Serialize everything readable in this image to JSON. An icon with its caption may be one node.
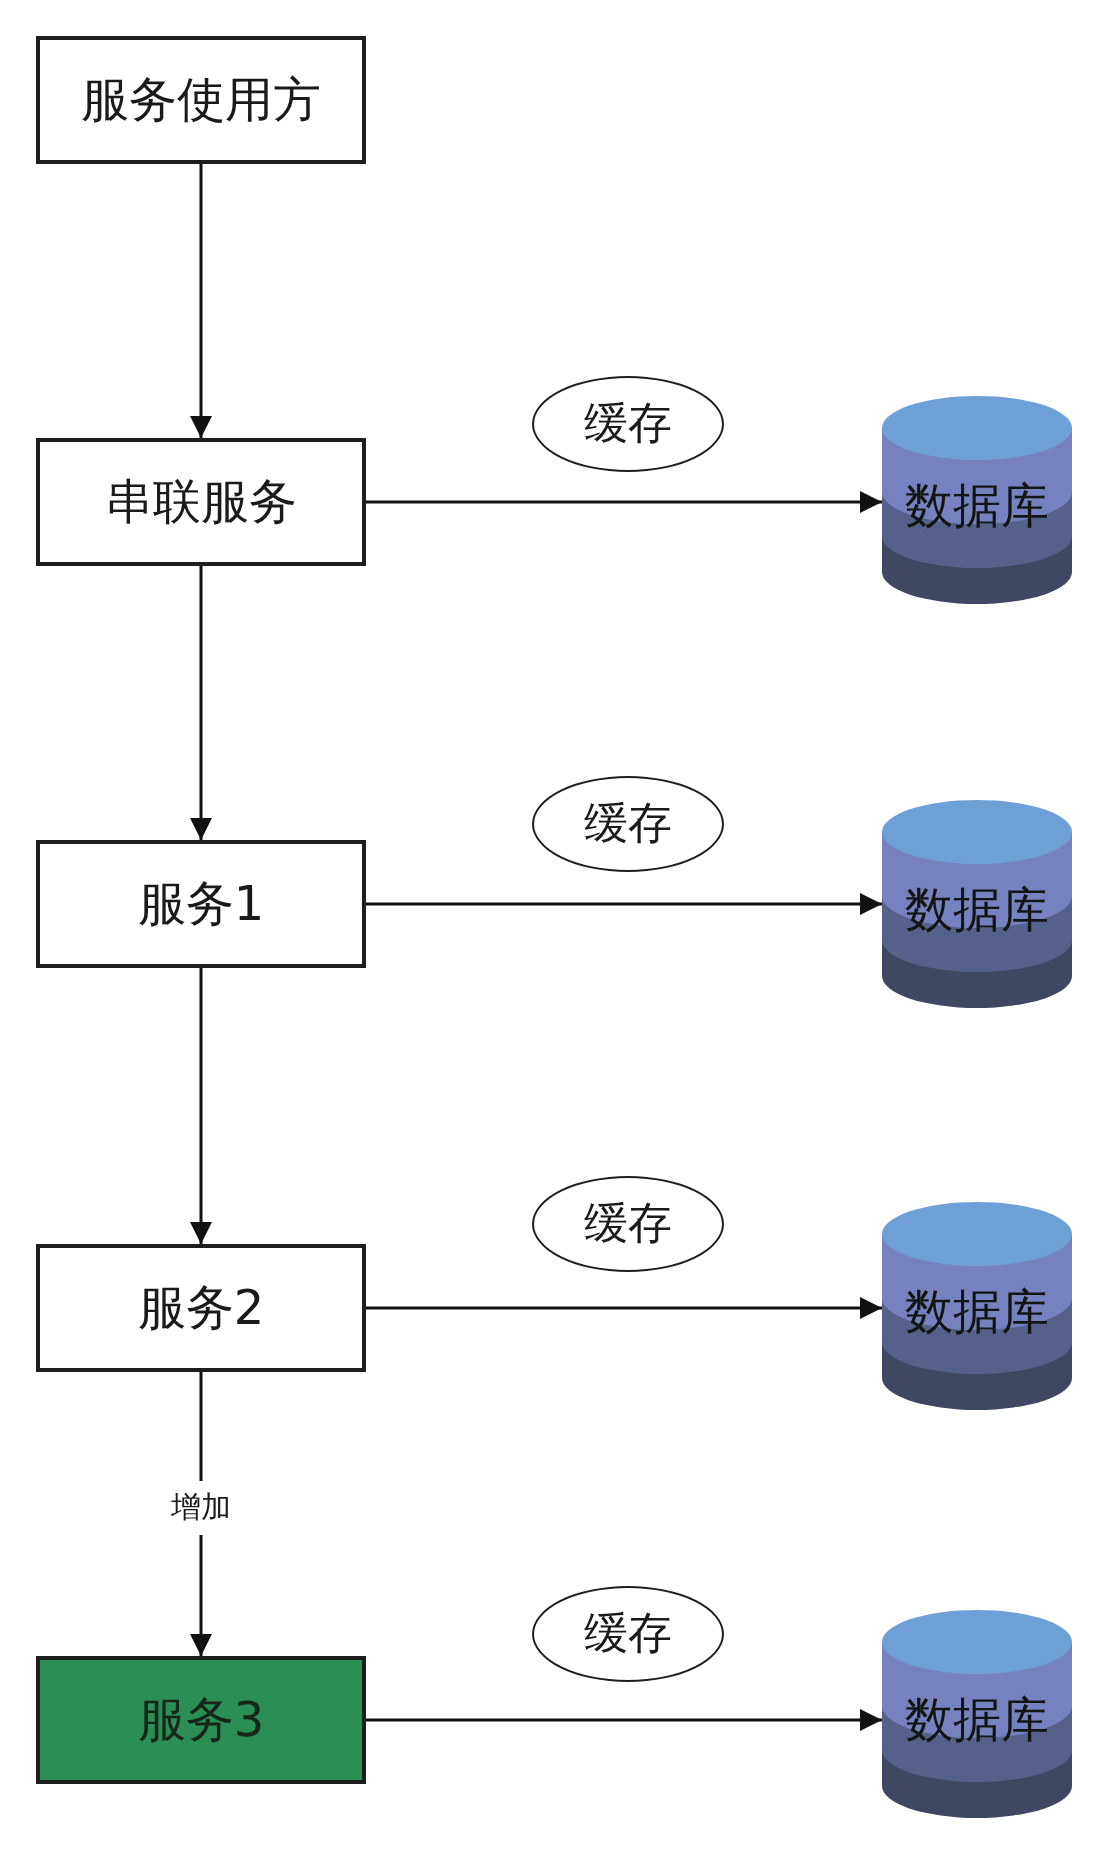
{
  "diagram": {
    "nodes": [
      {
        "text": [
          "服务使用方"
        ]
      },
      {
        "text": [
          "串联服务"
        ]
      },
      {
        "text": [
          "缓存"
        ]
      },
      {
        "text": [
          "数据库"
        ]
      },
      {
        "text": [
          "服务1"
        ]
      },
      {
        "text": [
          "缓存"
        ]
      },
      {
        "text": [
          "数据库"
        ]
      },
      {
        "text": [
          "服务2"
        ]
      },
      {
        "text": [
          "缓存"
        ]
      },
      {
        "text": [
          "数据库"
        ]
      },
      {
        "text": [
          "服务3"
        ]
      },
      {
        "text": [
          "缓存"
        ]
      },
      {
        "text": [
          "数据库"
        ]
      }
    ],
    "edges": [
      {
        "from": 0,
        "to": 1,
        "arrow": "to"
      },
      {
        "from": 1,
        "to": 3,
        "arrow": "to"
      },
      {
        "from": 1,
        "to": 4,
        "arrow": "to"
      },
      {
        "from": 4,
        "to": 6,
        "arrow": "to"
      },
      {
        "from": 4,
        "to": 7,
        "arrow": "to"
      },
      {
        "from": 7,
        "to": 9,
        "arrow": "to"
      },
      {
        "from": 7,
        "to": 10,
        "label": "增加",
        "arrow": "to"
      },
      {
        "from": 10,
        "to": 12,
        "arrow": "to"
      }
    ]
  }
}
